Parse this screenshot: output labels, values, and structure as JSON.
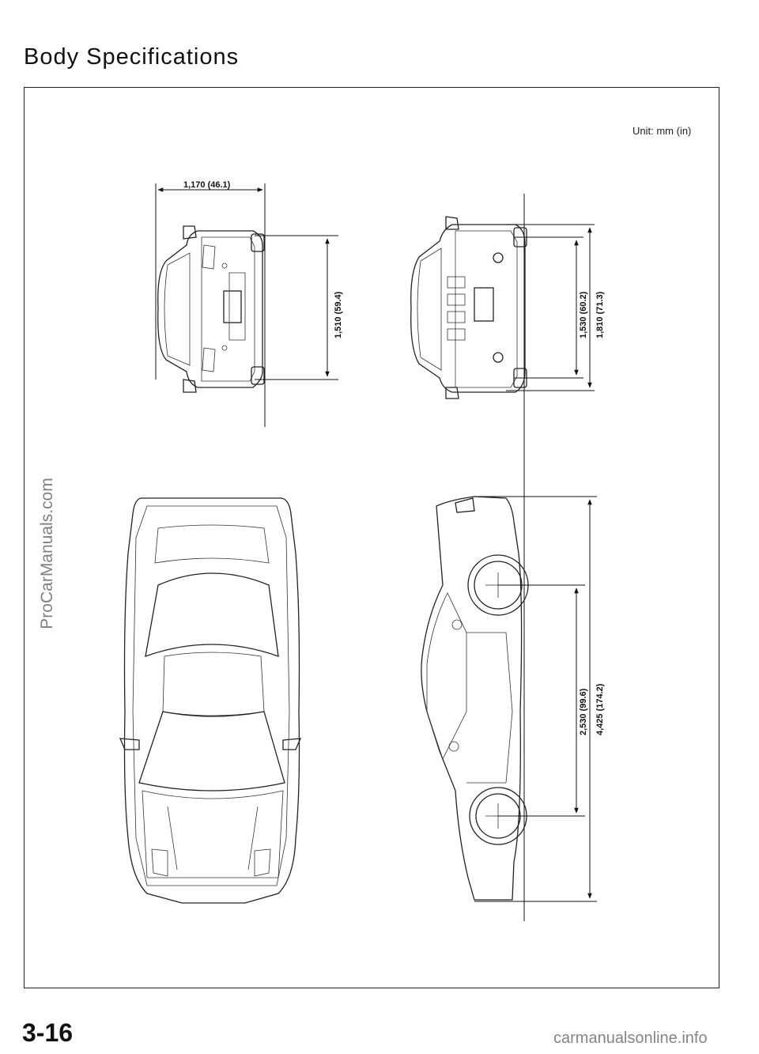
{
  "page": {
    "title": "Body Specifications",
    "unit_label": "Unit: mm (in)",
    "page_number": "3-16"
  },
  "dimensions": {
    "front_track": "1,170 (46.1)",
    "rear_track": "1,530 (60.2)",
    "width": "1,810 (71.3)",
    "height": "1,510 (59.4)",
    "wheelbase": "2,530 (99.6)",
    "length": "4,425 (174.2)"
  },
  "watermarks": {
    "left": "ProCarManuals.com",
    "bottom": "carmanualsonline.info"
  }
}
